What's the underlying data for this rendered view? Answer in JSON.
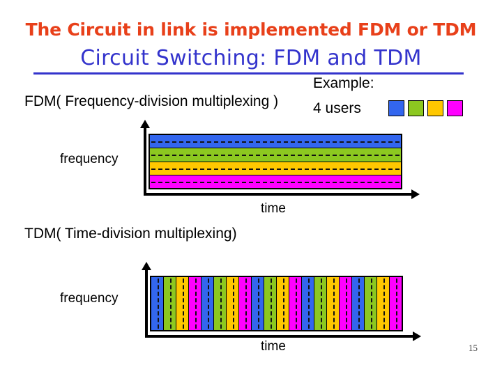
{
  "slide": {
    "headline": "The Circuit in link is implemented FDM or TDM",
    "subtitle": "Circuit Switching: FDM and TDM",
    "example_label": "Example:",
    "users_label": "4 users",
    "page_number": "15",
    "headline_color": "#E8401A",
    "subtitle_color": "#3333CC"
  },
  "legend": {
    "swatches": [
      {
        "name": "user-1",
        "color": "#3366EE"
      },
      {
        "name": "user-2",
        "color": "#8CC820"
      },
      {
        "name": "user-3",
        "color": "#FFC800"
      },
      {
        "name": "user-4",
        "color": "#FF00FF"
      }
    ]
  },
  "fdm": {
    "label": "FDM( Frequency-division multiplexing )",
    "y_axis_label": "frequency",
    "x_axis_label": "time"
  },
  "tdm": {
    "label": "TDM( Time-division multiplexing)",
    "y_axis_label": "frequency",
    "x_axis_label": "time"
  },
  "chart_data": [
    {
      "type": "bar",
      "name": "fdm-diagram",
      "title": "FDM( Frequency-division multiplexing )",
      "xlabel": "time",
      "ylabel": "frequency",
      "orientation": "horizontal-bands",
      "description": "Frequency axis split into 4 contiguous bands, each band occupying the full time span; one band per user.",
      "categories": [
        "user-4",
        "user-3",
        "user-2",
        "user-1"
      ],
      "bands": [
        {
          "user": "user-1",
          "color": "#3366EE",
          "frequency_slot": 4,
          "time_extent": "full",
          "dashed_midline": true
        },
        {
          "user": "user-2",
          "color": "#8CC820",
          "frequency_slot": 3,
          "time_extent": "full",
          "dashed_midline": true
        },
        {
          "user": "user-3",
          "color": "#FFC800",
          "frequency_slot": 2,
          "time_extent": "full",
          "dashed_midline": true
        },
        {
          "user": "user-4",
          "color": "#FF00FF",
          "frequency_slot": 1,
          "time_extent": "full",
          "dashed_midline": true
        }
      ],
      "values": [
        1,
        1,
        1,
        1
      ],
      "grid": false,
      "legend": "top-right"
    },
    {
      "type": "bar",
      "name": "tdm-diagram",
      "title": "TDM( Time-division multiplexing)",
      "xlabel": "time",
      "ylabel": "frequency",
      "orientation": "vertical-slots",
      "description": "Time axis split into 20 equal slots cycling through 4 users; each slot uses the full frequency band.",
      "slot_count": 20,
      "cycle_length": 4,
      "cycles": 5,
      "slots": [
        {
          "index": 1,
          "user": "user-1",
          "color": "#3366EE"
        },
        {
          "index": 2,
          "user": "user-2",
          "color": "#8CC820"
        },
        {
          "index": 3,
          "user": "user-3",
          "color": "#FFC800"
        },
        {
          "index": 4,
          "user": "user-4",
          "color": "#FF00FF"
        },
        {
          "index": 5,
          "user": "user-1",
          "color": "#3366EE"
        },
        {
          "index": 6,
          "user": "user-2",
          "color": "#8CC820"
        },
        {
          "index": 7,
          "user": "user-3",
          "color": "#FFC800"
        },
        {
          "index": 8,
          "user": "user-4",
          "color": "#FF00FF"
        },
        {
          "index": 9,
          "user": "user-1",
          "color": "#3366EE"
        },
        {
          "index": 10,
          "user": "user-2",
          "color": "#8CC820"
        },
        {
          "index": 11,
          "user": "user-3",
          "color": "#FFC800"
        },
        {
          "index": 12,
          "user": "user-4",
          "color": "#FF00FF"
        },
        {
          "index": 13,
          "user": "user-1",
          "color": "#3366EE"
        },
        {
          "index": 14,
          "user": "user-2",
          "color": "#8CC820"
        },
        {
          "index": 15,
          "user": "user-3",
          "color": "#FFC800"
        },
        {
          "index": 16,
          "user": "user-4",
          "color": "#FF00FF"
        },
        {
          "index": 17,
          "user": "user-1",
          "color": "#3366EE"
        },
        {
          "index": 18,
          "user": "user-2",
          "color": "#8CC820"
        },
        {
          "index": 19,
          "user": "user-3",
          "color": "#FFC800"
        },
        {
          "index": 20,
          "user": "user-4",
          "color": "#FF00FF"
        }
      ],
      "grid": false,
      "legend": "none"
    }
  ]
}
